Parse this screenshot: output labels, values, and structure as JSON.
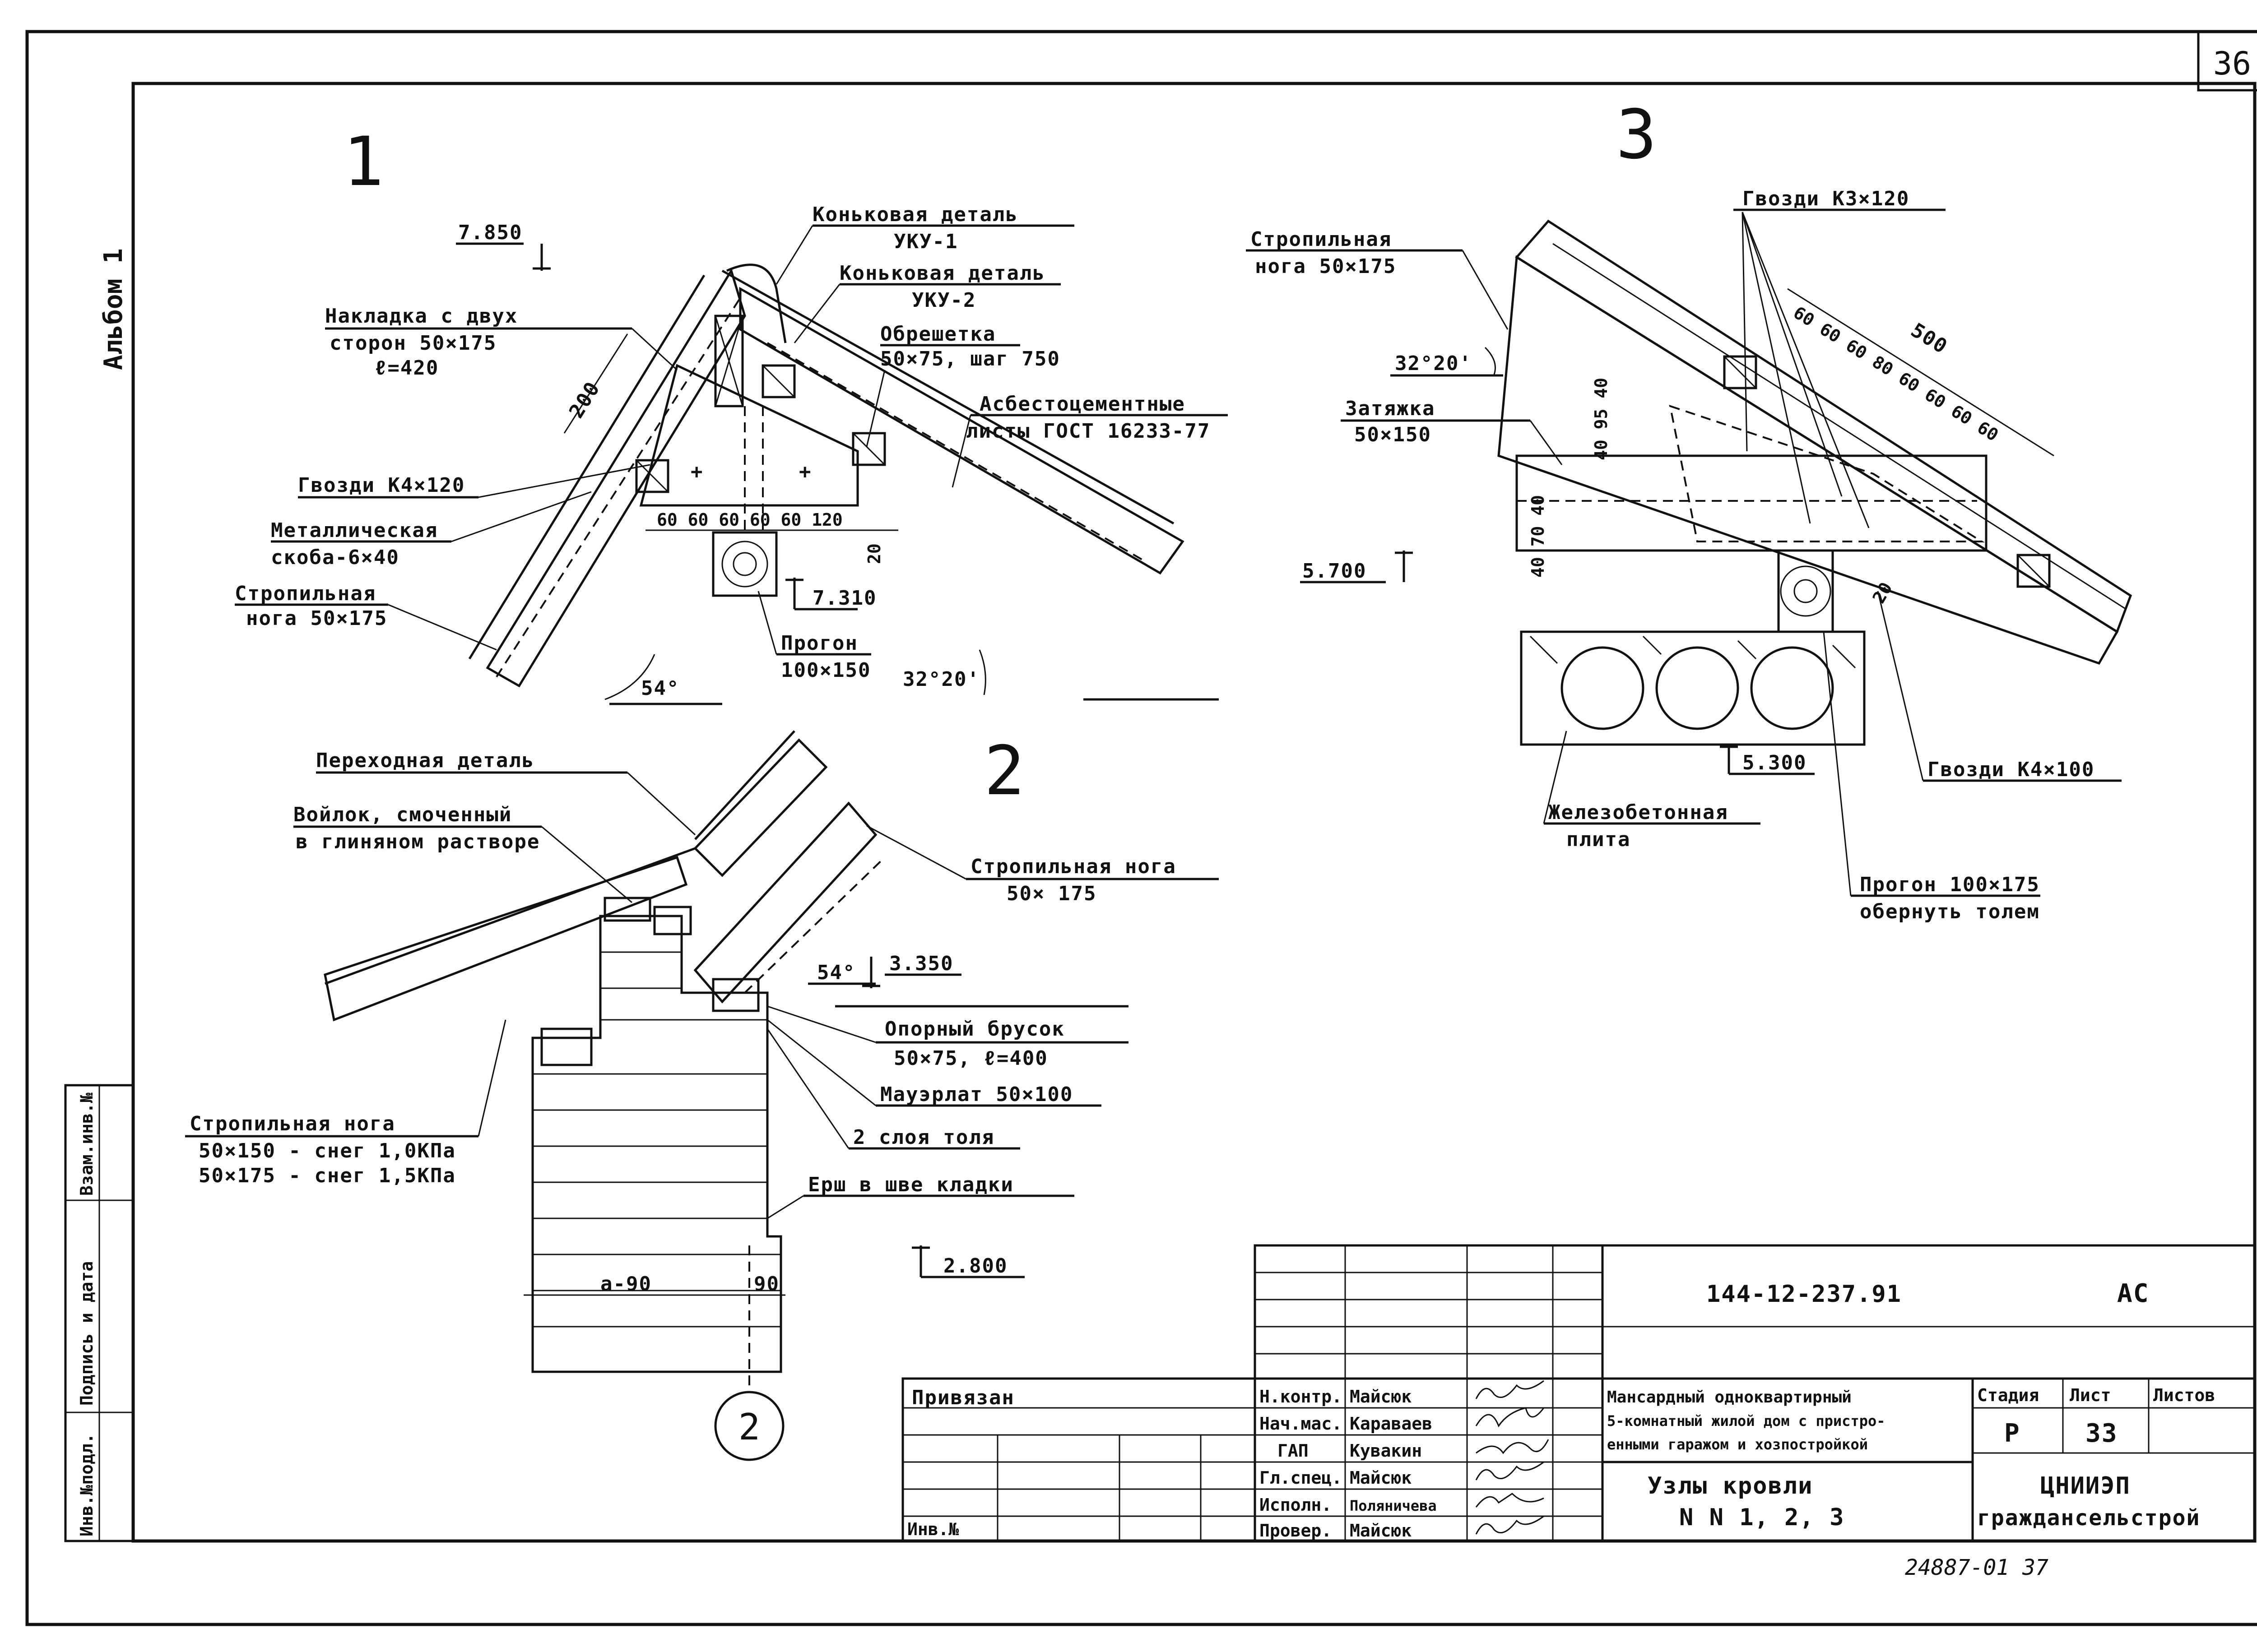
{
  "sheet": {
    "number": "36",
    "album": "Альбом 1",
    "footer": "24887-01  37"
  },
  "side_stamp": [
    "Инв.№подл.",
    "Подпись и дата",
    "Взам.инв.№"
  ],
  "detail1": {
    "num": "1",
    "ridge1": [
      "Коньковая деталь",
      "УКУ-1"
    ],
    "ridge2": [
      "Коньковая деталь",
      "УКУ-2"
    ],
    "mark_top": "7.850",
    "overlay": [
      "Накладка с двух",
      "сторон 50×175",
      "ℓ=420"
    ],
    "lathing": [
      "Обрешетка",
      "50×75, шаг 750"
    ],
    "sheets": [
      "Асбестоцементные",
      "листы ГОСТ 16233-77"
    ],
    "nails": "Гвозди К4×120",
    "bracket": [
      "Металлическая",
      "скоба-6×40"
    ],
    "rafter": [
      "Стропильная",
      "нога 50×175"
    ],
    "purlin": [
      "Прогон",
      "100×150"
    ],
    "mark_bottom": "7.310",
    "angle1": "54°",
    "angle2": "32°20'",
    "dim200": "200",
    "dims": "60 60 60 60 60  120",
    "dim20": "20"
  },
  "detail2": {
    "num": "2",
    "transition": "Переходная деталь",
    "felt": [
      "Войлок, смоченный",
      "в глиняном растворе"
    ],
    "rafter_top": [
      "Стропильная нога",
      "50× 175"
    ],
    "mark_3350": "3.350",
    "angle": "54°",
    "support": [
      "Опорный брусок",
      "50×75, ℓ=400"
    ],
    "mauerlat": "Мауэрлат 50×100",
    "tar": "2 слоя толя",
    "ruff": "Ерш в шве кладки",
    "rafter_bottom": [
      "Стропильная нога",
      "50×150 - снег 1,0КПа",
      "50×175 - снег 1,5КПа"
    ],
    "mark_2800": "2.800",
    "dim_a": "а-90",
    "dim_90": "90",
    "axis": "2"
  },
  "detail3": {
    "num": "3",
    "nails_top": "Гвозди К3×120",
    "rafter": [
      "Стропильная",
      "нога 50×175"
    ],
    "angle": "32°20'",
    "tie": [
      "Затяжка",
      "50×150"
    ],
    "dim500": "500",
    "dims_row": "60 60 60 80 60 60 60 60",
    "dims_v": "40 95 40",
    "dims_v2": "40 70 40",
    "dim20": "20",
    "mark_5700": "5.700",
    "mark_5300": "5.300",
    "slab": [
      "Железобетонная",
      "плита"
    ],
    "nails_bottom": "Гвозди К4×100",
    "purlin": [
      "Прогон 100×175",
      "обернуть толем"
    ]
  },
  "title_block": {
    "code": "144-12-237.91",
    "mark": "АС",
    "bound": "Привязан",
    "inv": "Инв.№",
    "roles": [
      "Н.контр.",
      "Нач.мас.",
      "ГАП",
      "Гл.спец.",
      "Исполн.",
      "Провер."
    ],
    "names": [
      "Майсюк",
      "Караваев",
      "Кувакин",
      "Майсюк",
      "Поляничева",
      "Майсюк"
    ],
    "project": [
      "Мансардный одноквартирный",
      "5-комнатный жилой дом с пристро-",
      "енными гаражом и хозпостройкой"
    ],
    "sheet_title": [
      "Узлы кровли",
      "N N 1, 2, 3"
    ],
    "stage_h": "Стадия",
    "sheet_h": "Лист",
    "sheets_h": "Листов",
    "stage": "Р",
    "sheet_no": "33",
    "org": [
      "ЦНИИЭП",
      "гражданcельстрой"
    ]
  }
}
